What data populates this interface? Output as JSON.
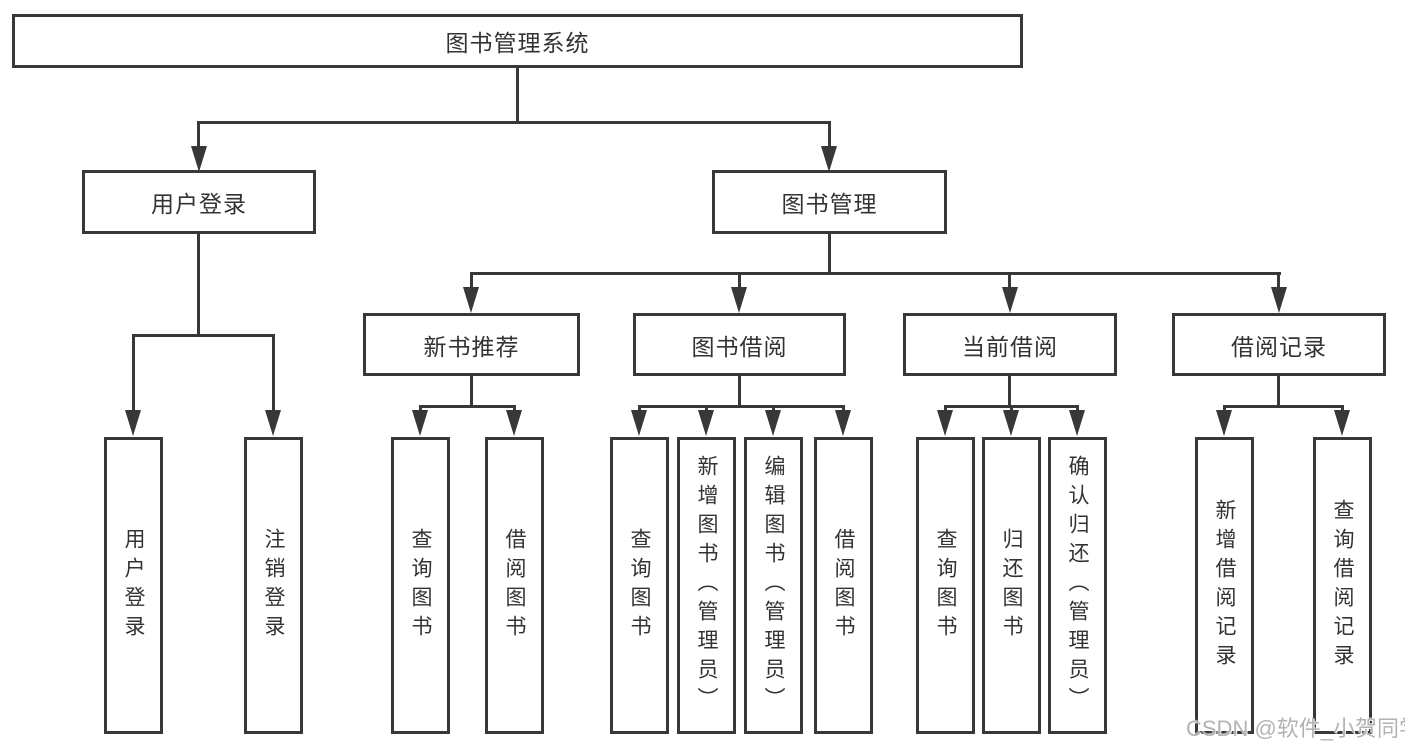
{
  "diagram": {
    "root": {
      "label": "图书管理系统"
    },
    "level2": [
      {
        "id": "user-login",
        "label": "用户登录"
      },
      {
        "id": "book-management",
        "label": "图书管理"
      }
    ],
    "level3": [
      {
        "id": "new-book-recommendation",
        "label": "新书推荐"
      },
      {
        "id": "book-borrowing",
        "label": "图书借阅"
      },
      {
        "id": "current-borrowing",
        "label": "当前借阅"
      },
      {
        "id": "borrowing-records",
        "label": "借阅记录"
      }
    ],
    "leaves": [
      {
        "id": "user-login",
        "label": "用户登录"
      },
      {
        "id": "logout",
        "label": "注销登录"
      },
      {
        "id": "query-books-recommend",
        "label": "查询图书"
      },
      {
        "id": "borrow-books-recommend",
        "label": "借阅图书"
      },
      {
        "id": "query-books-borrow",
        "label": "查询图书"
      },
      {
        "id": "add-books-admin",
        "label": "新增图书（管理员）"
      },
      {
        "id": "edit-books-admin",
        "label": "编辑图书（管理员）"
      },
      {
        "id": "borrow-books",
        "label": "借阅图书"
      },
      {
        "id": "query-books-current",
        "label": "查询图书"
      },
      {
        "id": "return-books",
        "label": "归还图书"
      },
      {
        "id": "confirm-return-admin",
        "label": "确认归还（管理员）"
      },
      {
        "id": "add-borrow-record",
        "label": "新增借阅记录"
      },
      {
        "id": "query-borrow-record",
        "label": "查询借阅记录"
      }
    ]
  },
  "watermark": {
    "text": "CSDN @软件_小贺同学"
  },
  "colors": {
    "line": "#383838",
    "text": "#333333",
    "watermark": "#b3b3b3",
    "background": "#ffffff"
  }
}
